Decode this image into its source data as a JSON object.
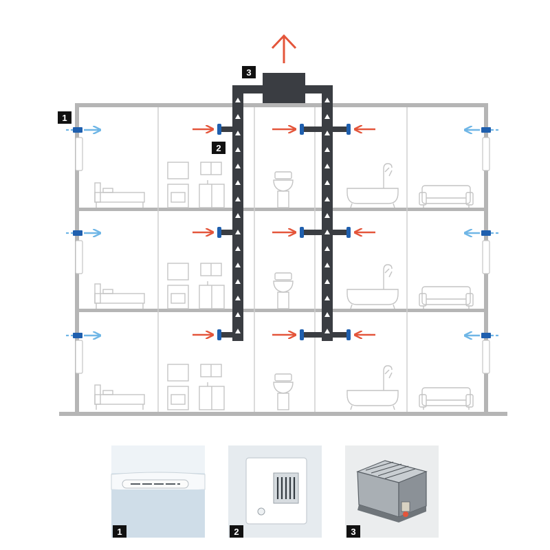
{
  "labels": {
    "supply_inlet": "1",
    "exhaust_grille": "2",
    "roof_fan": "3"
  },
  "photos": [
    {
      "label": "1",
      "subject": "wall-supply-inlet"
    },
    {
      "label": "2",
      "subject": "exhaust-grille"
    },
    {
      "label": "3",
      "subject": "roof-fan"
    }
  ],
  "floors": 3,
  "rooms_per_floor": [
    "bedroom",
    "kitchen",
    "toilet",
    "bathroom",
    "living-room"
  ],
  "colors": {
    "wall": "#b5b5b5",
    "duct": "#3a3d42",
    "supply_air": "#6fb6e6",
    "exhaust_air": "#e4553a",
    "inlet": "#1f5fae",
    "label_bg": "#111111",
    "furniture": "#c4c4c4"
  },
  "icons": [
    "bed-icon",
    "kitchen-icon",
    "toilet-icon",
    "bathtub-icon",
    "sofa-icon",
    "arrow-up-icon"
  ]
}
